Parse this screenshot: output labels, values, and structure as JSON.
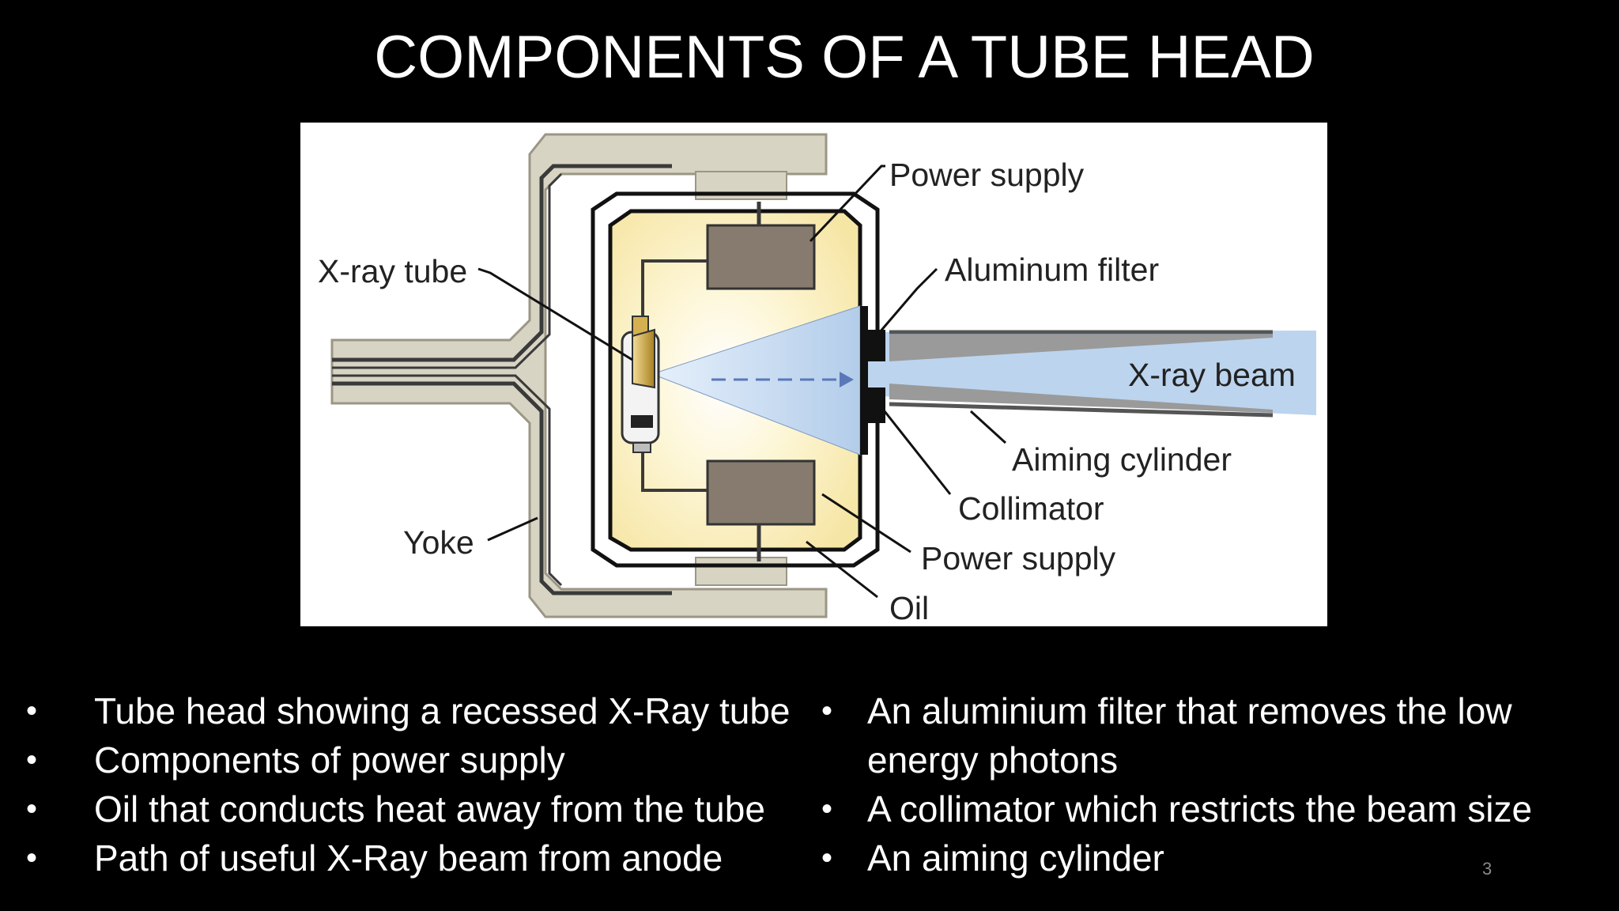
{
  "slide": {
    "title": "COMPONENTS OF A TUBE HEAD",
    "page_number": "3"
  },
  "diagram": {
    "labels": {
      "power_supply_top": "Power supply",
      "xray_tube": "X-ray tube",
      "aluminum_filter": "Aluminum filter",
      "xray_beam": "X-ray beam",
      "aiming_cylinder": "Aiming cylinder",
      "collimator": "Collimator",
      "yoke": "Yoke",
      "power_supply_bottom": "Power supply",
      "oil": "Oil"
    },
    "colors": {
      "yoke_fill": "#d8d4c4",
      "housing_stroke": "#111111",
      "oil_fill": "#fbf3c8",
      "transformer_fill": "#867b6e",
      "beam_fill": "#bcd4ee",
      "beam_arrow": "#5a78b8",
      "anode": "#c8a040"
    }
  },
  "bullets": {
    "left": [
      "Tube head showing a recessed X-Ray tube",
      "Components of power supply",
      "Oil that conducts heat away from the tube",
      "Path of useful X-Ray beam from anode"
    ],
    "right": [
      "An aluminium filter that removes the low energy photons",
      "A collimator which restricts the beam size",
      "An aiming cylinder"
    ],
    "marker": "•"
  }
}
